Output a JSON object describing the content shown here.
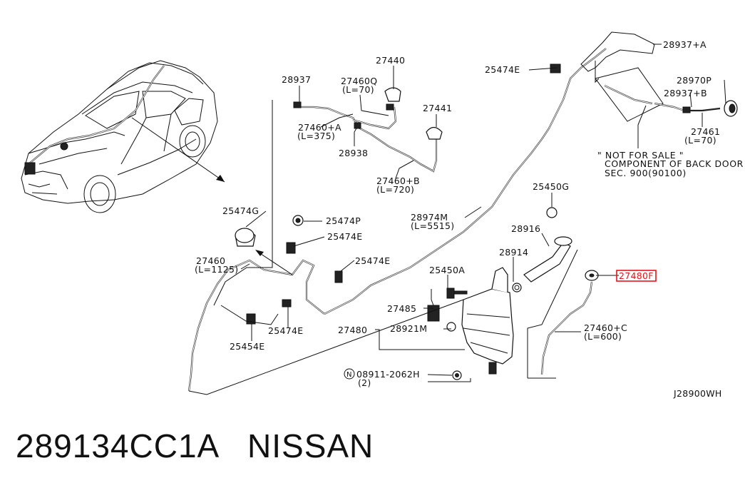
{
  "diagram_code": "J28900WH",
  "footer": {
    "part_number": "289134CC1A",
    "brand": "NISSAN"
  },
  "highlight_color": "#e8141c",
  "highlighted_part": "27480F",
  "callouts": {
    "c28937A": "28937+A",
    "c25474E_top": "25474E",
    "c28970P": "28970P",
    "c28937B": "28937+B",
    "c27461": "27461",
    "c27461_len": "(L=70)",
    "c27440": "27440",
    "c28937": "28937",
    "c27460Q": "27460Q",
    "c27460Q_len": "(L=70)",
    "c27441": "27441",
    "c27460A": "27460+A",
    "c27460A_len": "(L=375)",
    "c28938": "28938",
    "c27460B": "27460+B",
    "c27460B_len": "(L=720)",
    "c25450G": "25450G",
    "c25474G": "25474G",
    "c25474P": "25474P",
    "c25474E_mid": "25474E",
    "c28974M": "28974M",
    "c28974M_len": "(L=5515)",
    "c28916": "28916",
    "c28914": "28914",
    "c27460": "27460",
    "c27460_len": "(L=1125)",
    "c25474E_right": "25474E",
    "c25450A": "25450A",
    "c27485": "27485",
    "c27480": "27480",
    "c28921M": "28921M",
    "c25474E_low": "25474E",
    "c25454E": "25454E",
    "c27460C": "27460+C",
    "c27460C_len": "(L=600)",
    "bolt_symbol": "N",
    "c08911": "08911-2062H",
    "c08911_qty": "(2)"
  },
  "note": {
    "line1": "\" NOT FOR SALE \"",
    "line2": "COMPONENT OF BACK DOOR",
    "line3": "SEC. 900(90100)"
  }
}
